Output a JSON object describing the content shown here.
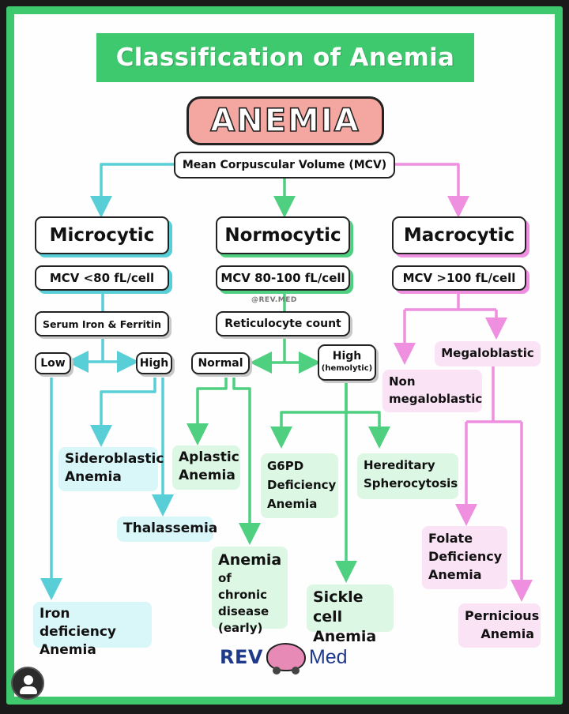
{
  "banner": {
    "title": "Classification of Anemia"
  },
  "root": {
    "label": "ANEMIA"
  },
  "criterion": {
    "label": "Mean Corpuscular Volume (MCV)"
  },
  "watermark": "@REV.MED",
  "colors": {
    "frame": "#3fc96f",
    "microcytic": "#58cfd6",
    "normocytic": "#4fcf80",
    "macrocytic": "#ee8fe0",
    "title_fill": "#f4a7a1"
  },
  "microcytic": {
    "label": "Microcytic",
    "mcv": "MCV <80 fL/cell",
    "test": "Serum Iron & Ferritin",
    "low": "Low",
    "high": "High",
    "sideroblastic": "Sideroblastic\nAnemia",
    "thalassemia": "Thalassemia",
    "iron_deficiency": "Iron deficiency\nAnemia"
  },
  "normocytic": {
    "label": "Normocytic",
    "mcv": "MCV 80-100 fL/cell",
    "test": "Reticulocyte count",
    "normal": "Normal",
    "high": "High",
    "high_sub": "(hemolytic)",
    "aplastic": "Aplastic\nAnemia",
    "chronic_title": "Anemia",
    "chronic_body": "of chronic\ndisease\n(early)",
    "g6pd": "G6PD\nDeficiency\nAnemia",
    "spherocytosis": "Hereditary\nSpherocytosis",
    "sickle": "Sickle cell\nAnemia"
  },
  "macrocytic": {
    "label": "Macrocytic",
    "mcv": "MCV >100 fL/cell",
    "non_megaloblastic": "Non\nmegaloblastic",
    "megaloblastic": "Megaloblastic",
    "folate": "Folate\nDeficiency\nAnemia",
    "pernicious": "Pernicious\nAnemia"
  },
  "logo": {
    "left": "REV",
    "right": "Med"
  },
  "icons": {
    "brand": "brain-car-icon",
    "profile": "profile-avatar-icon"
  }
}
